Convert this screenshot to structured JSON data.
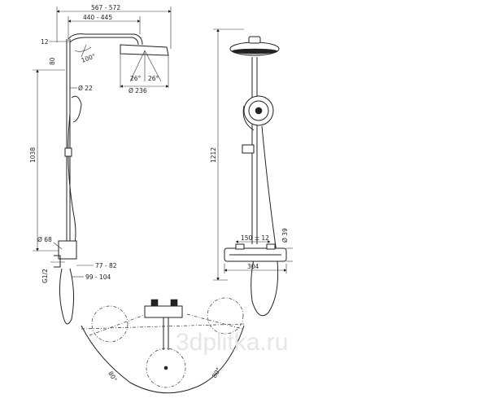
{
  "side_view": {
    "dim_total_width": "567 - 572",
    "dim_arm_width": "440 - 445",
    "dim_arm_offset": "12",
    "dim_wall_offset": "80",
    "dim_angle": "100°",
    "dim_tube_dia": "Ø 22",
    "dim_head_angle_left": "26°",
    "dim_head_angle_right": "26°",
    "dim_head_dia": "Ø 236",
    "dim_height": "1038",
    "dim_pipe_dia": "Ø 68",
    "dim_thread": "G1/2",
    "dim_depth_1": "77 - 82",
    "dim_depth_2": "99 - 104"
  },
  "front_view": {
    "dim_height": "1212",
    "dim_spacing": "150 ± 12",
    "dim_mixer_dia": "Ø 39",
    "dim_mixer_width": "304"
  },
  "top_view": {
    "dim_angle_left": "80°",
    "dim_angle_right": "80°"
  },
  "watermark": "3dplitka.ru"
}
